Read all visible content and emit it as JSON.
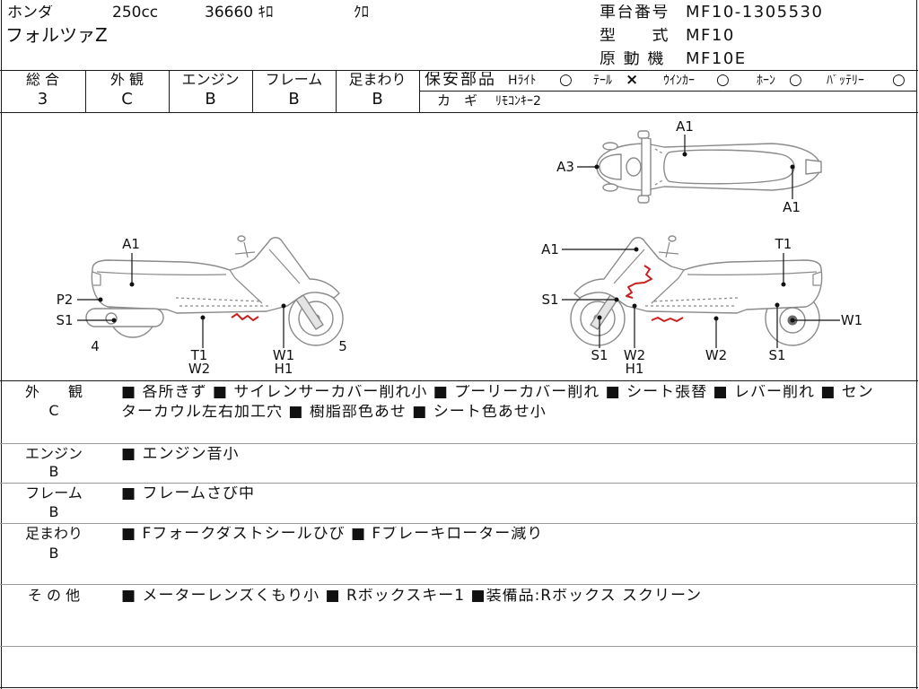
{
  "header": {
    "maker": "ホンダ",
    "displacement": "250cc",
    "mileage": "36660 ｷﾛ",
    "color": "ｸﾛ",
    "model_name": "フォルツァZ",
    "frame_number_label": "車台番号",
    "frame_number": "MF10-1305530",
    "model_type_label": "型　　式",
    "model_type": "MF10",
    "engine_label": "原 動 機",
    "engine_code": "MF10E"
  },
  "grades": [
    {
      "label": "総 合",
      "value": "3"
    },
    {
      "label": "外 観",
      "value": "C"
    },
    {
      "label": "エンジン",
      "value": "B"
    },
    {
      "label": "フレーム",
      "value": "B"
    },
    {
      "label": "足まわり",
      "value": "B"
    }
  ],
  "safety_parts": {
    "label": "保安部品",
    "items": [
      {
        "name": "Hﾗｲﾄ",
        "status": "○"
      },
      {
        "name": "ﾃｰﾙ",
        "status": "×"
      },
      {
        "name": "ｳｲﾝｶｰ",
        "status": "○"
      },
      {
        "name": "ﾎｰﾝ",
        "status": "○"
      },
      {
        "name": "ﾊﾞｯﾃﾘｰ",
        "status": "○"
      }
    ],
    "key_label": "カ　ギ",
    "key_value": "ﾘﾓｺﾝｷｰ2"
  },
  "diagram": {
    "top_view_labels": [
      "A1",
      "A3",
      "A1"
    ],
    "left_view_labels": [
      "A1",
      "P2",
      "S1",
      "4",
      "T1",
      "W2",
      "W1",
      "H1",
      "5"
    ],
    "right_view_labels": [
      "A1",
      "T1",
      "S1",
      "W1",
      "S1",
      "W2",
      "H1",
      "W2",
      "S1"
    ]
  },
  "remarks": [
    {
      "category": "外　　観",
      "grade": "C",
      "lines": [
        "■ 各所きず ■ サイレンサーカバー削れ小 ■ プーリーカバー削れ ■ シート張替 ■ レバー削れ ■ セン",
        "ターカウル左右加工穴 ■ 樹脂部色あせ ■ シート色あせ小"
      ]
    },
    {
      "category": "エンジン",
      "grade": "B",
      "lines": [
        "■ エンジン音小"
      ]
    },
    {
      "category": "フレーム",
      "grade": "B",
      "lines": [
        "■ フレームさび中"
      ]
    },
    {
      "category": "足まわり",
      "grade": "B",
      "lines": [
        "■ Fフォークダストシールひび ■ Fブレーキローター減り"
      ]
    },
    {
      "category": "そ の 他",
      "lines": [
        "■ メーターレンズくもり小 ■ Rボックスキー1 ■装備品:Rボックス スクリーン"
      ]
    }
  ],
  "colors": {
    "damage_mark": "#c8201e",
    "rule": "#1a1a1a"
  }
}
